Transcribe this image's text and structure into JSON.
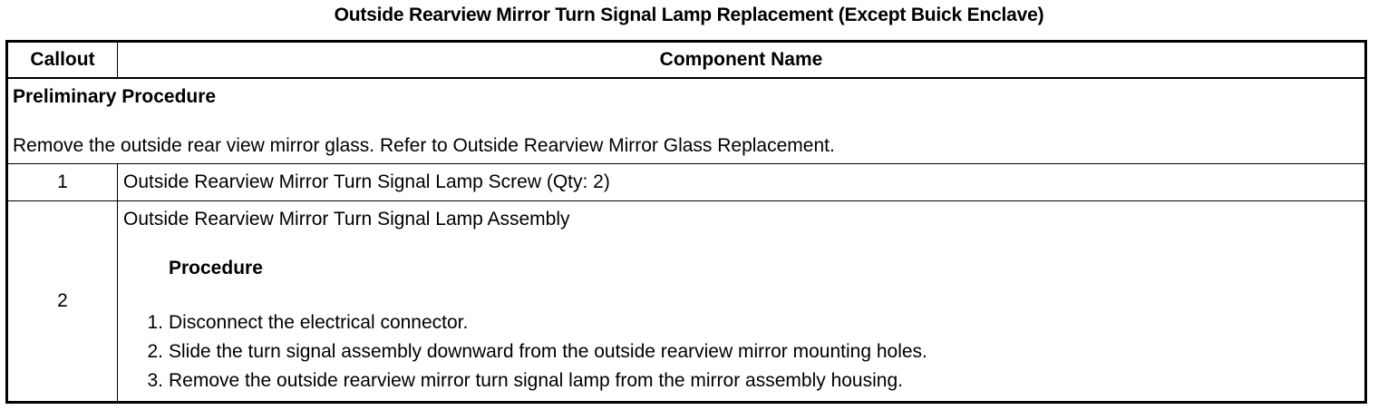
{
  "document": {
    "title": "Outside Rearview Mirror Turn Signal Lamp Replacement (Except Buick Enclave)"
  },
  "table": {
    "headers": {
      "callout": "Callout",
      "component": "Component Name"
    },
    "preliminary": {
      "heading": "Preliminary Procedure",
      "text": "Remove the outside rear view mirror glass. Refer to Outside Rearview Mirror Glass Replacement."
    },
    "rows": [
      {
        "callout": "1",
        "component": "Outside Rearview Mirror Turn Signal Lamp Screw (Qty: 2)"
      },
      {
        "callout": "2",
        "component": "Outside Rearview Mirror Turn Signal Lamp Assembly",
        "procedure_heading": "Procedure",
        "steps": [
          {
            "num": "1.",
            "text": "Disconnect the electrical connector."
          },
          {
            "num": "2.",
            "text": "Slide the turn signal assembly downward from the outside rearview mirror mounting holes."
          },
          {
            "num": "3.",
            "text": "Remove the outside rearview mirror turn signal lamp from the mirror assembly housing."
          }
        ]
      }
    ]
  }
}
